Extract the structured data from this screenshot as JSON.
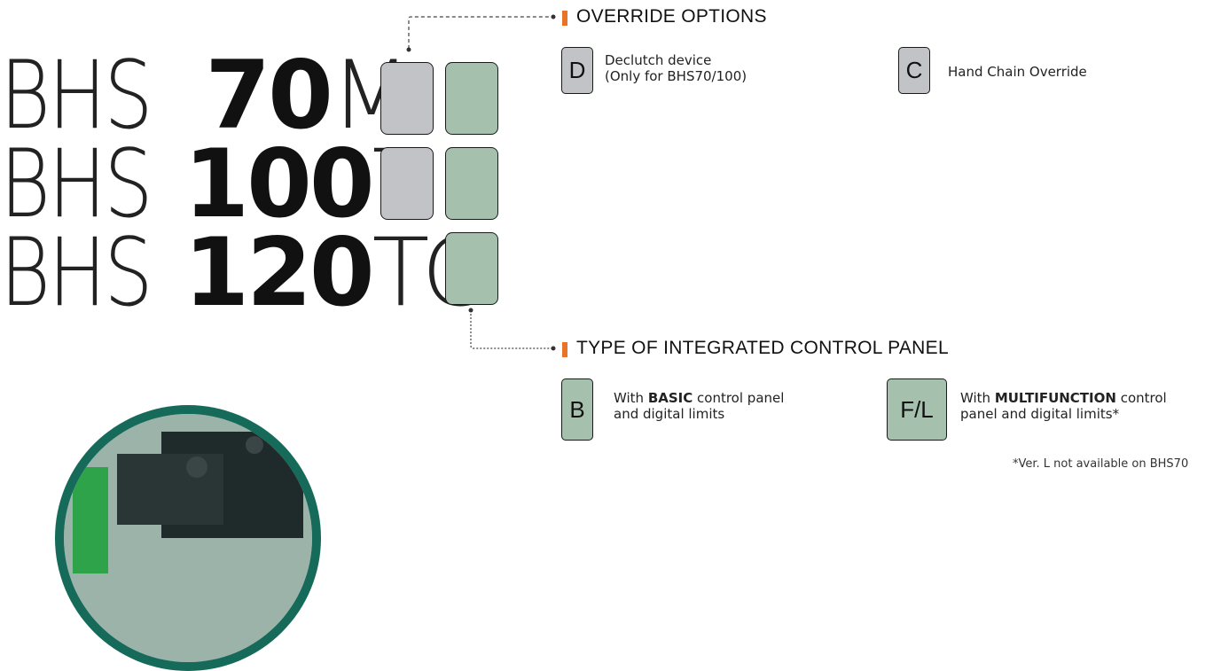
{
  "models": [
    {
      "prefix": "BHS",
      "number": "70",
      "suffix": "M"
    },
    {
      "prefix": "BHS",
      "number": "100",
      "suffix": "T"
    },
    {
      "prefix": "BHS",
      "number": "120",
      "suffix": "TC"
    }
  ],
  "override": {
    "title": "OVERRIDE OPTIONS",
    "options": [
      {
        "code": "D",
        "line1": "Declutch device",
        "line2": "(Only for BHS70/100)"
      },
      {
        "code": "C",
        "line1": "Hand Chain Override",
        "line2": ""
      }
    ]
  },
  "control_panel": {
    "title": "TYPE OF INTEGRATED CONTROL PANEL",
    "options": [
      {
        "code": "B",
        "pre": "With ",
        "bold": "BASIC",
        "post": " control panel",
        "line2": "and digital limits"
      },
      {
        "code": "F/L",
        "pre": "With ",
        "bold": "MULTIFUNCTION",
        "post": " control",
        "line2": "panel and digital limits*"
      }
    ],
    "note": "*Ver. L not available on BHS70"
  },
  "colors": {
    "override_box": "#c2c3c7",
    "control_box": "#a5c1ae",
    "accent_bar": "#e8742a"
  }
}
